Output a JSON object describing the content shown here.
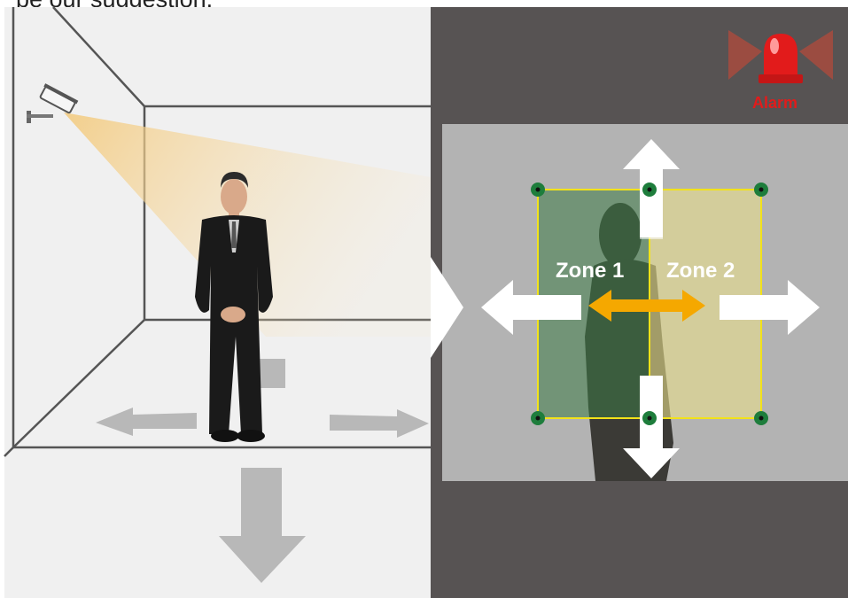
{
  "caption": "be our suggestion.",
  "zone1": {
    "label": "Zone 1"
  },
  "zone2": {
    "label": "Zone 2"
  },
  "alarm": {
    "label": "Alarm",
    "color": "#e21b1b"
  },
  "colors": {
    "room_bg": "#f0f0f0",
    "dark_panel": "#575353",
    "camera_view": "#b3b3b3",
    "zone_border": "#f2e21a",
    "zone1_fill": "#6b8f67",
    "zone2_fill": "#e8dd8a",
    "cross_arrow": "#f5a800",
    "node": "#1e7d3c",
    "grey_arrow": "#b8b8b8",
    "white_arrow": "#ffffff"
  },
  "icons": [
    "cctv-camera-icon",
    "alarm-siren-icon",
    "person-figure"
  ]
}
